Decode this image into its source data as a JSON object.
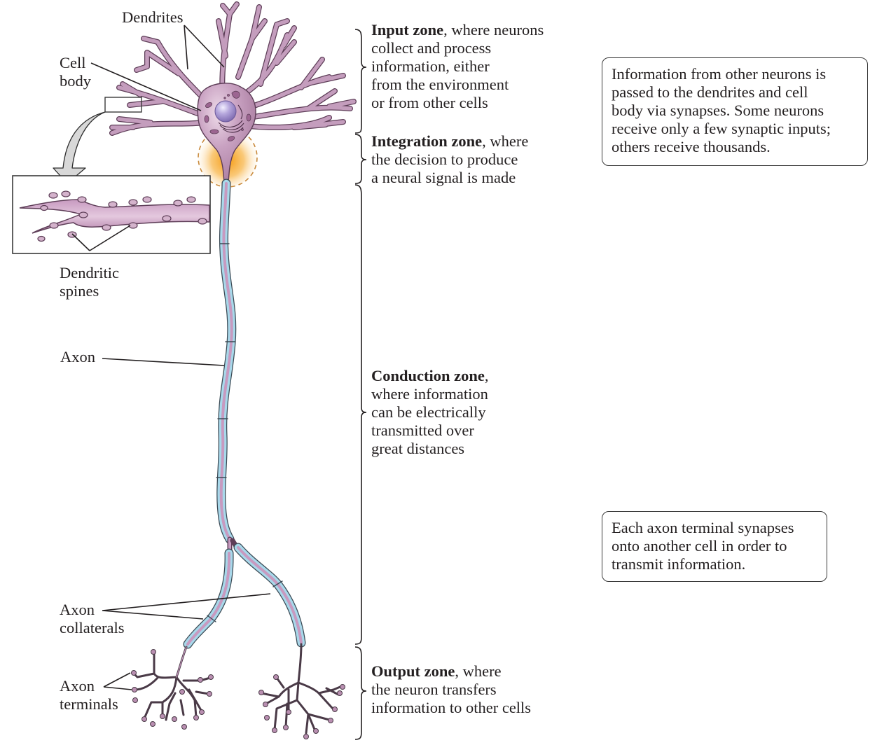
{
  "figure": {
    "title": "Neuron structure and functional zones",
    "colors": {
      "neuron_fill": "#b98fb1",
      "neuron_stroke": "#5e3e58",
      "nucleus": "#a99ad0",
      "myelin": "#a8d8ea",
      "axon_core": "#c79ac0",
      "glow": "#f7a21b",
      "text": "#231f20"
    }
  },
  "labels": {
    "dendrites": "Dendrites",
    "cell_body": [
      "Cell",
      "body"
    ],
    "dendritic_spines": [
      "Dendritic",
      "spines"
    ],
    "axon": "Axon",
    "axon_collaterals": [
      "Axon",
      "collaterals"
    ],
    "axon_terminals": [
      "Axon",
      "terminals"
    ]
  },
  "zones": [
    {
      "name": "Input zone",
      "suffix": ", where neurons",
      "lines": [
        "collect and process",
        "information, either",
        "from the environment",
        "or from other cells"
      ]
    },
    {
      "name": "Integration zone",
      "suffix": ", where",
      "lines": [
        "the decision to produce",
        "a neural signal is made"
      ]
    },
    {
      "name": "Conduction zone",
      "suffix": ",",
      "lines": [
        "where information",
        "can be electrically",
        "transmitted over",
        "great distances"
      ]
    },
    {
      "name": "Output zone",
      "suffix": ", where",
      "lines": [
        "the neuron transfers",
        "information to other cells"
      ]
    }
  ],
  "notes": [
    {
      "lines": [
        "Information from other neurons is",
        "passed to the dendrites and cell",
        "body via synapses. Some neurons",
        "receive only a few synaptic inputs;",
        "others receive thousands."
      ]
    },
    {
      "lines": [
        "Each axon terminal synapses",
        "onto another cell in order to",
        "transmit information."
      ]
    }
  ]
}
